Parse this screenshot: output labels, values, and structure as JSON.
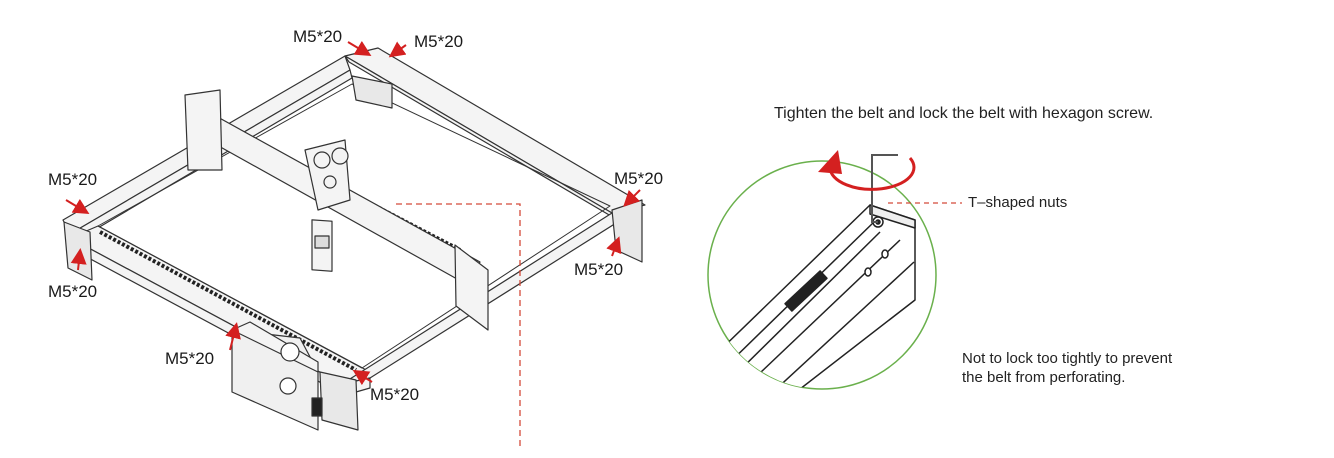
{
  "colors": {
    "arrow": "#d42020",
    "circle": "#6ab04c",
    "dashed": "#d44a3a",
    "line": "#333333"
  },
  "screw_labels": {
    "top_left": "M5*20",
    "top_right": "M5*20",
    "left_upper": "M5*20",
    "left_lower": "M5*20",
    "right_upper": "M5*20",
    "right_lower": "M5*20",
    "front_left": "M5*20",
    "front_right": "M5*20"
  },
  "detail": {
    "heading": "Tighten the belt and lock the belt with hexagon screw.",
    "callout": "T–shaped nuts",
    "note_line1": "Not to lock too tightly to prevent",
    "note_line2": "the belt from perforating."
  },
  "icons": [
    "rotate-arrow-icon",
    "hex-key-icon",
    "red-arrow-icon"
  ]
}
